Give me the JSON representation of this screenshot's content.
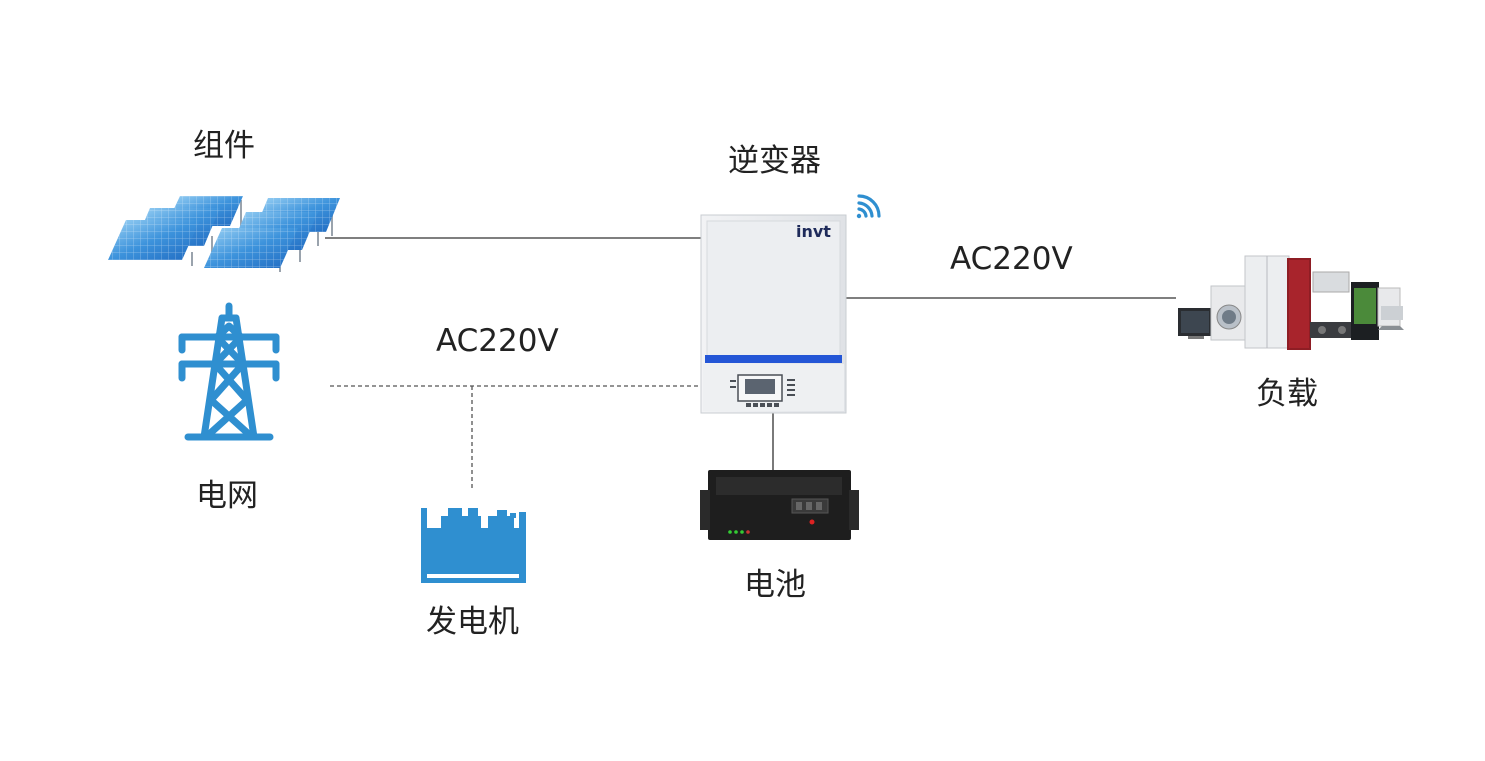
{
  "labels": {
    "solar_panels": "组件",
    "inverter": "逆变器",
    "load": "负载",
    "grid": "电网",
    "battery": "电池",
    "generator": "发电机",
    "ac_to_load": "AC220V",
    "ac_grid": "AC220V",
    "inverter_brand": "invt"
  },
  "colors": {
    "accent_blue": "#2f8fd0",
    "inverter_stripe": "#2456d6",
    "line": "#333333",
    "battery_body": "#1e1e1e",
    "label_text": "#222222"
  },
  "icons": [
    "solar-panel-icon",
    "transmission-tower-icon",
    "generator-icon",
    "wifi-icon",
    "battery-rack-icon",
    "home-appliances-icon"
  ]
}
